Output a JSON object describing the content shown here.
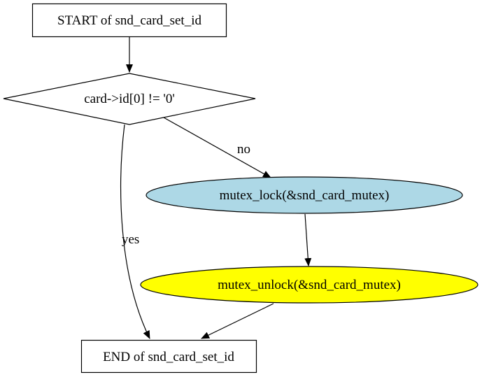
{
  "diagram": {
    "type": "flowchart",
    "nodes": {
      "start": {
        "label": "START of snd_card_set_id",
        "shape": "box"
      },
      "cond": {
        "label": "card->id[0] != '0'",
        "shape": "diamond"
      },
      "lock": {
        "label": "mutex_lock(&snd_card_mutex)",
        "shape": "ellipse",
        "fill": "#add8e6"
      },
      "unlock": {
        "label": "mutex_unlock(&snd_card_mutex)",
        "shape": "ellipse",
        "fill": "#ffff00"
      },
      "end": {
        "label": "END of snd_card_set_id",
        "shape": "box"
      }
    },
    "edges": [
      {
        "from": "start",
        "to": "cond",
        "label": ""
      },
      {
        "from": "cond",
        "to": "lock",
        "label": "no"
      },
      {
        "from": "cond",
        "to": "end",
        "label": "yes"
      },
      {
        "from": "lock",
        "to": "unlock",
        "label": ""
      },
      {
        "from": "unlock",
        "to": "end",
        "label": ""
      }
    ],
    "edge_labels": {
      "no": "no",
      "yes": "yes"
    }
  }
}
